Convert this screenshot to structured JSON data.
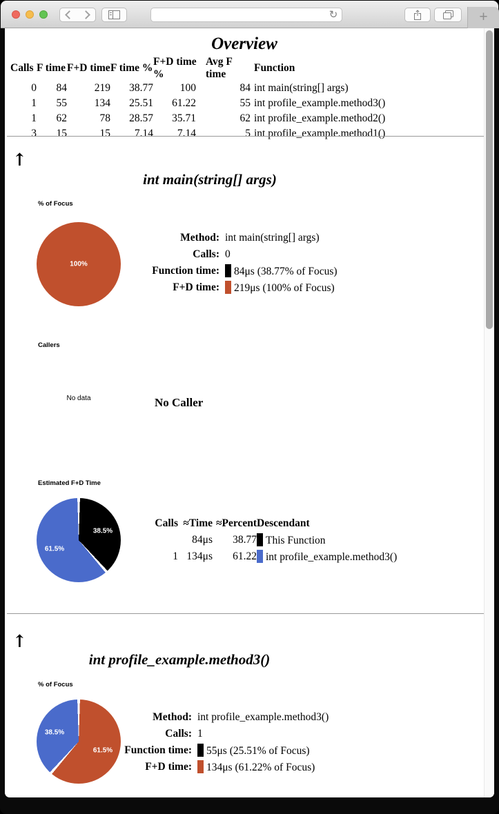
{
  "browser": {
    "url_value": "",
    "reload_glyph": "↻",
    "new_tab": "+"
  },
  "colors": {
    "orange": "#c0502d",
    "blue": "#4a6bcb",
    "black": "#000000"
  },
  "overview": {
    "title": "Overview",
    "table": {
      "headers": [
        "Calls",
        "F time",
        "F+D time",
        "F time %",
        "F+D time %",
        "Avg F time",
        "Function"
      ],
      "rows": [
        [
          "0",
          "84",
          "219",
          "38.77",
          "100",
          "84",
          "int main(string[] args)"
        ],
        [
          "1",
          "55",
          "134",
          "25.51",
          "61.22",
          "55",
          "int profile_example.method3()"
        ],
        [
          "1",
          "62",
          "78",
          "28.57",
          "35.71",
          "62",
          "int profile_example.method2()"
        ],
        [
          "3",
          "15",
          "15",
          "7.14",
          "7.14",
          "5",
          "int profile_example.method1()"
        ]
      ]
    }
  },
  "sections": [
    {
      "back_to_top": "↑",
      "title": "int main(string[] args)",
      "focus": {
        "label": "% of Focus",
        "chart_type": "pie",
        "slices": [
          {
            "label": "100%",
            "value": 100,
            "color": "#c0502d"
          }
        ]
      },
      "info": {
        "rows": [
          {
            "label": "Method:",
            "value": "int main(string[] args)"
          },
          {
            "label": "Calls:",
            "value": "0"
          },
          {
            "label": "Function time:",
            "swatch": "#000000",
            "value": "84μs (38.77% of Focus)"
          },
          {
            "label": "F+D time:",
            "swatch": "#c0502d",
            "value": "219μs (100% of Focus)"
          }
        ]
      },
      "callers": {
        "label": "Callers",
        "no_data": "No data",
        "message": "No Caller"
      },
      "descendants": {
        "label": "Estimated F+D Time",
        "chart_type": "pie",
        "slices": [
          {
            "label": "38.5%",
            "value": 38.5,
            "color": "#000000"
          },
          {
            "label": "61.5%",
            "value": 61.5,
            "color": "#4a6bcb"
          }
        ],
        "table": {
          "headers": [
            "Calls",
            "≈Time",
            "≈Percent",
            "Descendant"
          ],
          "rows": [
            {
              "calls": "",
              "time": "84μs",
              "percent": "38.77",
              "swatch": "#000000",
              "name": "This Function"
            },
            {
              "calls": "1",
              "time": "134μs",
              "percent": "61.22",
              "swatch": "#4a6bcb",
              "name": "int profile_example.method3()"
            }
          ]
        }
      }
    },
    {
      "back_to_top": "↑",
      "title": "int profile_example.method3()",
      "focus": {
        "label": "% of Focus",
        "chart_type": "pie",
        "slices": [
          {
            "label": "61.5%",
            "value": 61.5,
            "color": "#c0502d"
          },
          {
            "label": "38.5%",
            "value": 38.5,
            "color": "#4a6bcb"
          }
        ]
      },
      "info": {
        "rows": [
          {
            "label": "Method:",
            "value": "int profile_example.method3()"
          },
          {
            "label": "Calls:",
            "value": "1"
          },
          {
            "label": "Function time:",
            "swatch": "#000000",
            "value": "55μs (25.51% of Focus)"
          },
          {
            "label": "F+D time:",
            "swatch": "#c0502d",
            "value": "134μs (61.22% of Focus)"
          }
        ]
      }
    }
  ]
}
